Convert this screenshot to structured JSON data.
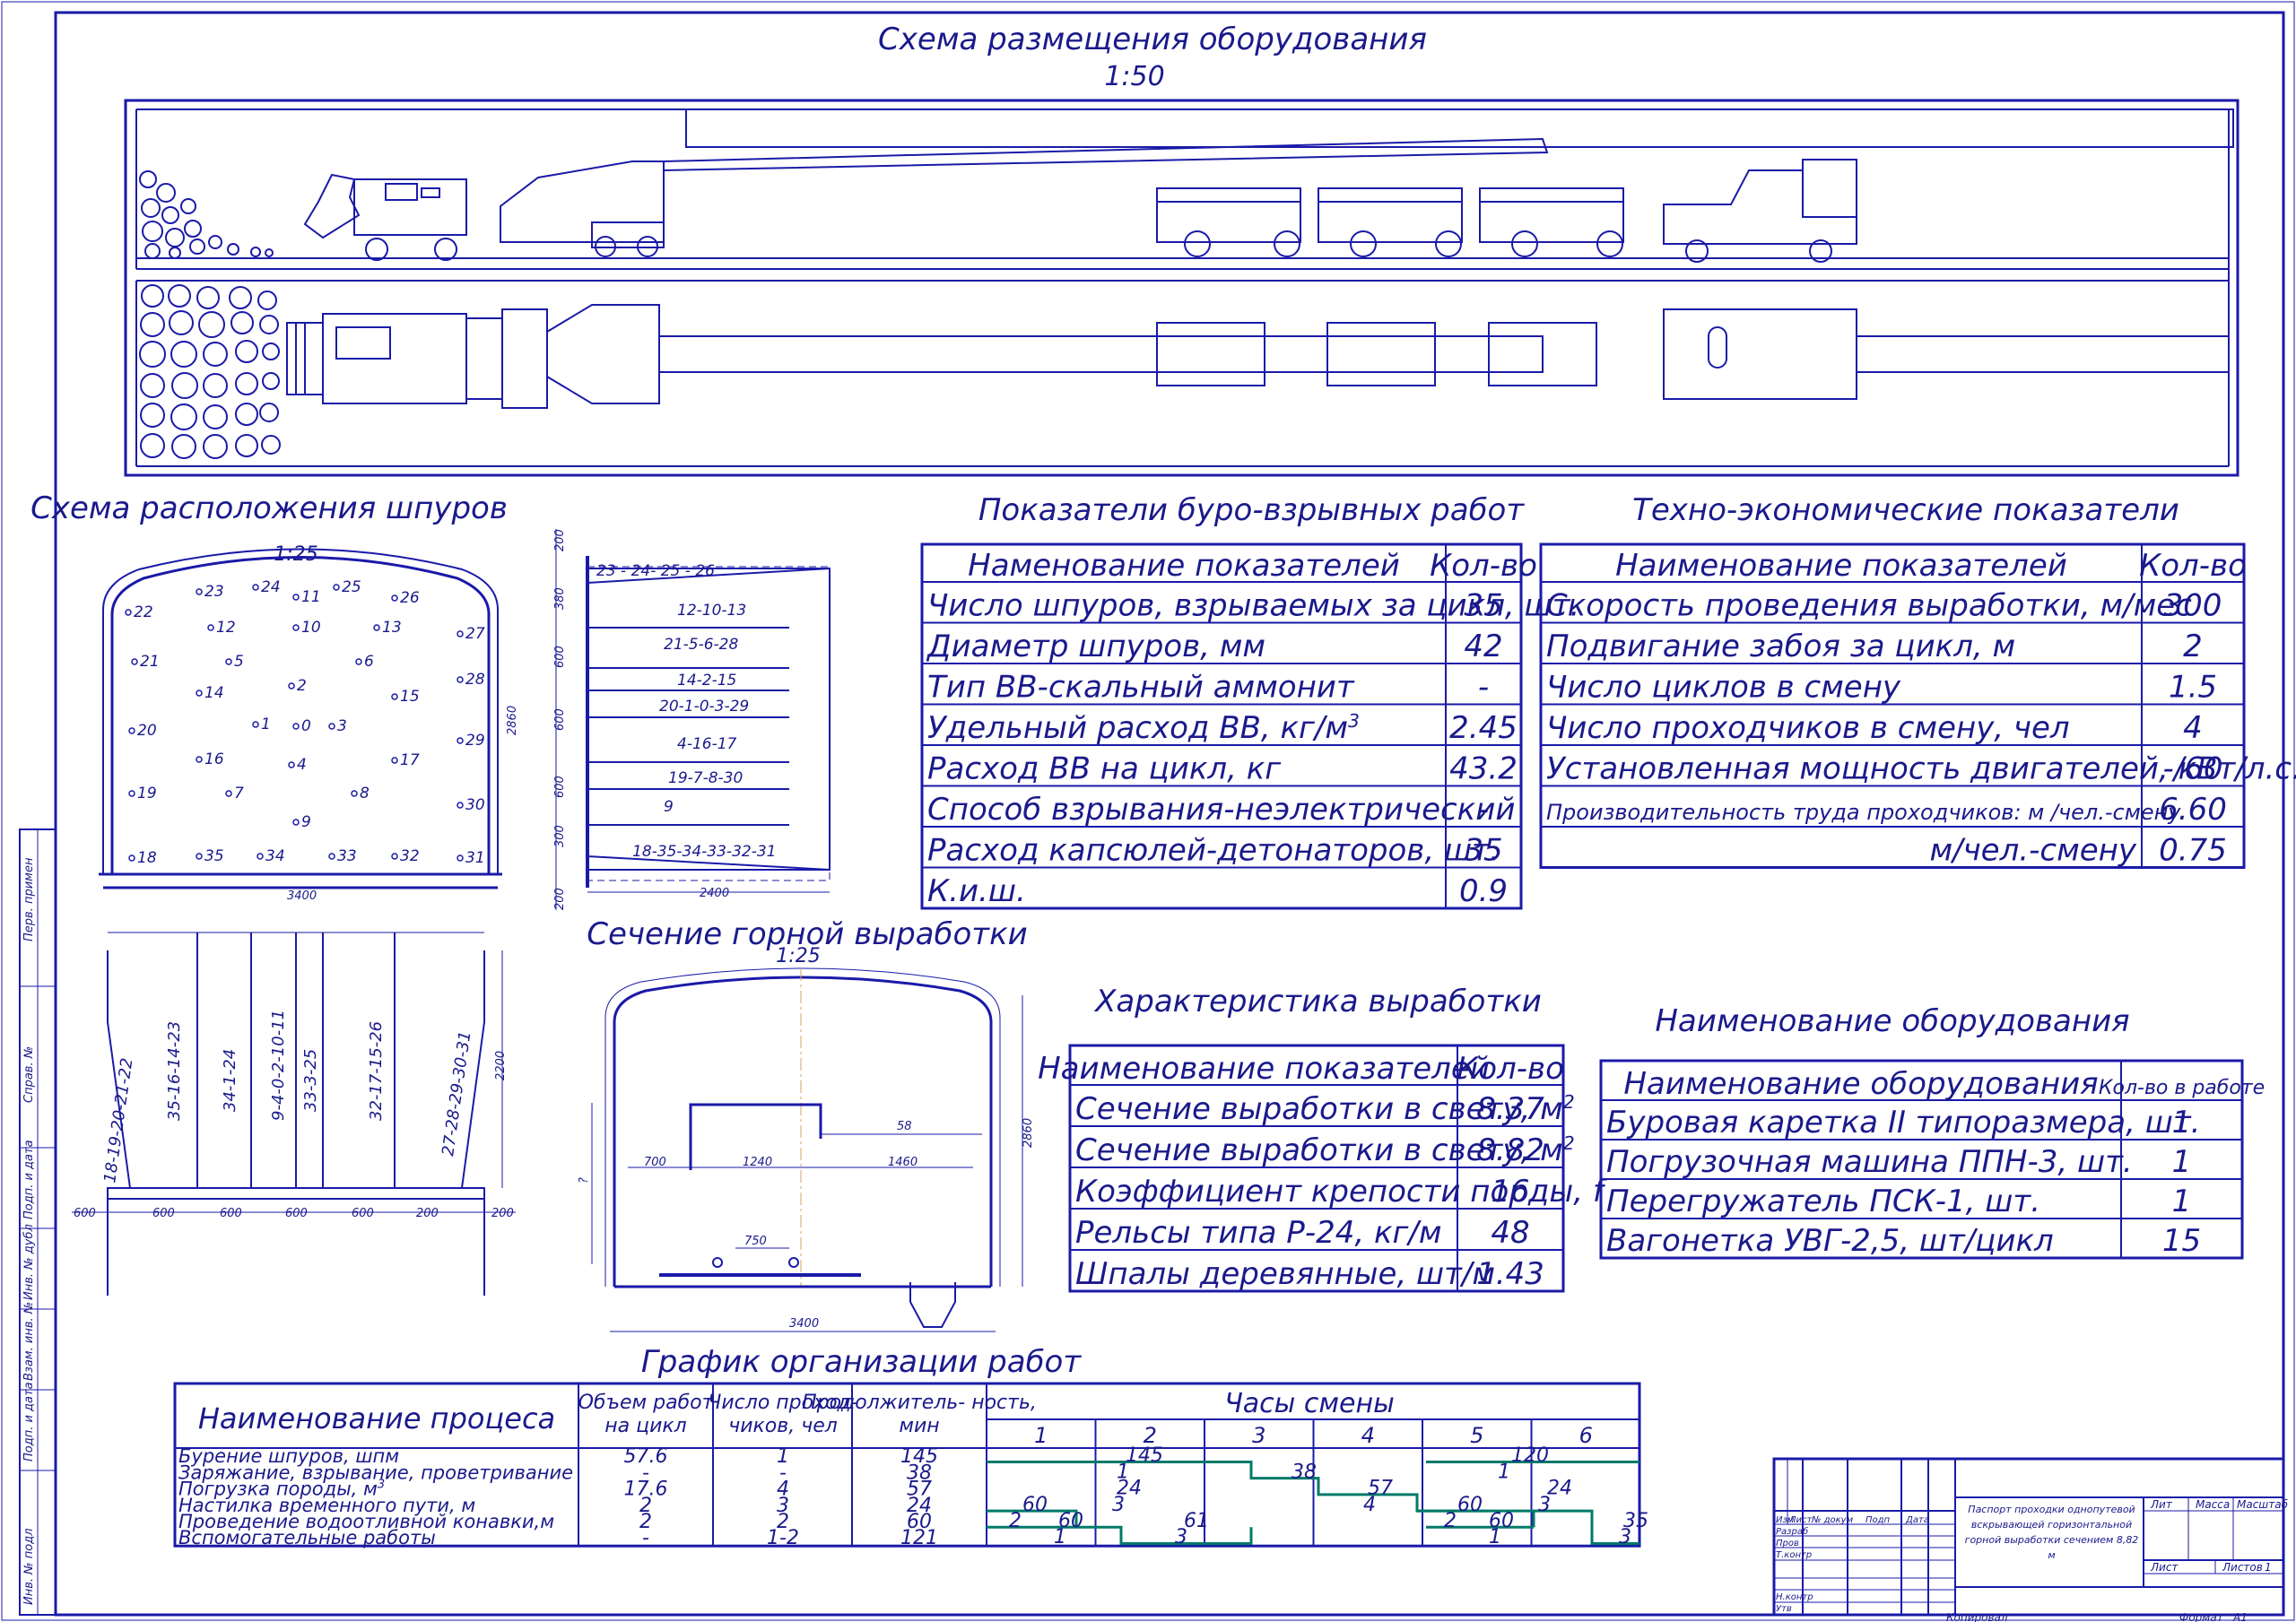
{
  "colors": {
    "ink": "#1a1aa8",
    "text": "#1a1a8c",
    "green": "#007a6a",
    "axis": "#d8a060"
  },
  "titles": {
    "equipment_layout": "Схема размещения оборудования",
    "equipment_scale": "1:50",
    "holes_layout": "Схема расположения шпуров",
    "holes_scale": "1:25",
    "section": "Сечение горной выработки",
    "section_scale": "1:25",
    "schedule": "График организации работ"
  },
  "blast_table": {
    "title": "Показатели буро-взрывных работ",
    "headers": [
      "Наменование показателей",
      "Кол-во"
    ],
    "rows": [
      [
        "Число шпуров, взрываемых за цикл, шт.",
        "35"
      ],
      [
        "Диаметр шпуров, мм",
        "42"
      ],
      [
        "Тип ВВ-скальный аммонит",
        "-"
      ],
      [
        "Удельный расход ВВ, кг/м",
        "2.45"
      ],
      [
        "Расход ВВ на цикл, кг",
        "43.2"
      ],
      [
        "Способ взрывания-неэлектрический",
        "-"
      ],
      [
        "Расход капсюлей-детонаторов, шт.",
        "35"
      ],
      [
        "К.и.ш.",
        "0.9"
      ]
    ]
  },
  "econ_table": {
    "title": "Техно-экономические показатели",
    "headers": [
      "Наименование показателей",
      "Кол-во"
    ],
    "rows": [
      [
        "Скорость проведения выработки, м/мес",
        "300"
      ],
      [
        "Подвигание забоя за цикл, м",
        "2"
      ],
      [
        "Число циклов в смену",
        "1.5"
      ],
      [
        "Число проходчиков в смену, чел",
        "4"
      ],
      [
        "Установленная мощность двигателей, кВт/л.с.",
        "-/60"
      ],
      [
        "Производительность труда проходчиков: м /чел.-смену",
        "6.60"
      ],
      [
        "м/чел.-смену",
        "0.75"
      ]
    ]
  },
  "char_table": {
    "title": "Характеристика выработки",
    "headers": [
      "Наименование показателей",
      "Кол-во"
    ],
    "rows": [
      [
        "Сечение выработки в свету, м",
        "8.37"
      ],
      [
        "Сечение выработки в свету, м",
        "8.82"
      ],
      [
        "Коэффициент крепости порды, f",
        "16"
      ],
      [
        "Рельсы типа Р-24, кг/м",
        "48"
      ],
      [
        "Шпалы деревянные, шт/м",
        "1.43"
      ]
    ]
  },
  "equip_table": {
    "title": "Наименование оборудования",
    "headers": [
      "Наименование оборудования",
      "Кол-во в работе"
    ],
    "rows": [
      [
        "Буровая каретка II типоразмера, шт.",
        "1"
      ],
      [
        "Погрузочная машина ППН-3, шт.",
        "1"
      ],
      [
        "Перегружатель ПСК-1, шт.",
        "1"
      ],
      [
        "Вагонетка УВГ-2,5, шт/цикл",
        "15"
      ]
    ]
  },
  "schedule": {
    "headers": [
      "Наименование процеса",
      "Объем работ на цикл",
      "Число проход- чиков, чел",
      "Продолжитель- ность, мин",
      "Часы смены"
    ],
    "hours": [
      "1",
      "2",
      "3",
      "4",
      "5",
      "6"
    ],
    "rows": [
      [
        "Бурение шпуров, шпм",
        "57.6",
        "1",
        "145"
      ],
      [
        "Заряжание, взрывание, проветривание",
        "-",
        "-",
        "38"
      ],
      [
        "Погрузка породы, м",
        "17.6",
        "4",
        "57"
      ],
      [
        "Настилка временного пути, м",
        "2",
        "3",
        "24"
      ],
      [
        "Проведение водоотливной конавки,м",
        "2",
        "2",
        "60"
      ],
      [
        "Вспомогательные работы",
        "-",
        "1-2",
        "121"
      ]
    ],
    "bar_labels": [
      "145",
      "120",
      "1",
      "38",
      "1",
      "24",
      "57",
      "24",
      "60",
      "3",
      "4",
      "60",
      "3",
      "2",
      "60",
      "61",
      "2",
      "60",
      "35",
      "1",
      "3",
      "1",
      "3"
    ]
  },
  "holes": {
    "labels": [
      "22",
      "23",
      "24",
      "11",
      "25",
      "26",
      "27",
      "12",
      "10",
      "13",
      "21",
      "5",
      "6",
      "28",
      "2",
      "14",
      "15",
      "1",
      "0",
      "3",
      "20",
      "29",
      "16",
      "4",
      "17",
      "19",
      "7",
      "8",
      "30",
      "9",
      "18",
      "35",
      "34",
      "33",
      "32",
      "31"
    ],
    "profile_labels": [
      "23 - 24- 25 - 26",
      "12-10-13",
      "21-5-6-28",
      "14-2-15",
      "20-1-0-3-29",
      "4-16-17",
      "19-7-8-30",
      "9",
      "18-35-34-33-32-31"
    ],
    "vertical_labels": [
      "18-19-20-21-22",
      "35-16-14-23",
      "34-1-24",
      "9-4-0-2-10-11",
      "33-3-25",
      "32-17-15-26",
      "27-28-29-30-31"
    ],
    "dims": [
      "3400",
      "2860",
      "2400",
      "200",
      "380",
      "600",
      "600",
      "600",
      "300",
      "200",
      "600",
      "600",
      "600",
      "600",
      "600",
      "200",
      "200",
      "2200"
    ]
  },
  "section_dims": [
    "700",
    "1240",
    "1460",
    "58",
    "750",
    "3400",
    "2860",
    "?"
  ],
  "stamp": {
    "description": "Паспорт проходки однопутевой вскрывающей горизонтальной горной выработки сечением 8,82 м",
    "cols": [
      "Изм",
      "Лист",
      "№ докум",
      "Подп",
      "Дата"
    ],
    "roles": [
      "Разраб",
      "Пров",
      "Т.контр",
      "Н.контр",
      "Утв"
    ],
    "lit": "Лит",
    "mass": "Масса",
    "scale": "Масштаб",
    "sheet": "Лист",
    "sheets": "Листов",
    "sheets_count": "1",
    "copied": "Копировал",
    "format": "Формат",
    "format_value": "А1"
  },
  "side_labels": [
    "Перв. примен",
    "Справ. №",
    "Подп. и дата",
    "Инв. № дубл",
    "Взам. инв. №",
    "Подп. и дата",
    "Инв. № подл"
  ]
}
